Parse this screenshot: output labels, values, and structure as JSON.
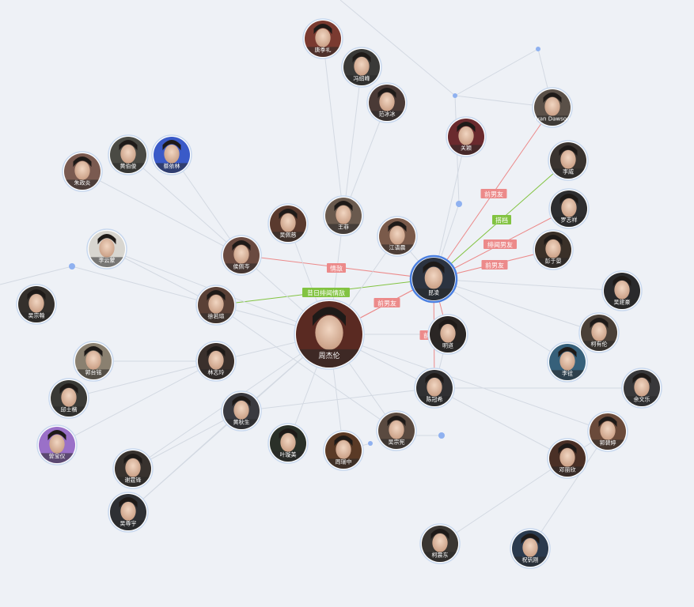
{
  "graph": {
    "center": "zhou",
    "colors": {
      "background": "#eef1f6",
      "edge": "#d3d9e2",
      "relation_red": "#ec8a8a",
      "relation_green": "#82c341",
      "focus_ring": "#4a7fe0",
      "node_ring": "#c8d8ee",
      "dot": "#8fb1f0"
    },
    "nodes": [
      {
        "id": "zhou",
        "name": "周杰伦",
        "size": "large",
        "fill": "#5a2a22"
      },
      {
        "id": "kun",
        "name": "昆凌",
        "size": "focus",
        "fill": "#2c3340"
      },
      {
        "id": "tang",
        "name": "唐季礼",
        "fill": "#7a3a30"
      },
      {
        "id": "feng",
        "name": "冯绍峰",
        "fill": "#3a3a38"
      },
      {
        "id": "fan",
        "name": "范冰冰",
        "fill": "#4a3a36"
      },
      {
        "id": "guan",
        "name": "关颖",
        "fill": "#6a2a2e"
      },
      {
        "id": "dawson",
        "name": "Ivan Dawson",
        "fill": "#5a5048"
      },
      {
        "id": "li_wei",
        "name": "李威",
        "fill": "#3a3430"
      },
      {
        "id": "luo",
        "name": "罗志祥",
        "fill": "#2e2e30"
      },
      {
        "id": "peng",
        "name": "彭于晏",
        "fill": "#3a3028"
      },
      {
        "id": "wu_jianhao",
        "name": "吴建豪",
        "fill": "#2a2a2c"
      },
      {
        "id": "ke",
        "name": "柯有伦",
        "fill": "#4a4038"
      },
      {
        "id": "li_quan",
        "name": "李铨",
        "fill": "#36607a"
      },
      {
        "id": "yu",
        "name": "余文乐",
        "fill": "#38383a"
      },
      {
        "id": "ming",
        "name": "明道",
        "fill": "#2a2624"
      },
      {
        "id": "deng",
        "name": "邓丽欣",
        "fill": "#4a3026"
      },
      {
        "id": "hou",
        "name": "侯佩岑",
        "fill": "#6a4a40"
      },
      {
        "id": "xu",
        "name": "徐若瑄",
        "fill": "#5a4036"
      },
      {
        "id": "lin_zhiling",
        "name": "林志玲",
        "fill": "#3a302c"
      },
      {
        "id": "wu_peici",
        "name": "吴佩慈",
        "fill": "#5a3a2e"
      },
      {
        "id": "wang_fei",
        "name": "王菲",
        "fill": "#6a5a4e"
      },
      {
        "id": "jiang",
        "name": "江语晨",
        "fill": "#7a5a4a"
      },
      {
        "id": "chen",
        "name": "陈冠希",
        "fill": "#303032"
      },
      {
        "id": "guo",
        "name": "郭碧婷",
        "fill": "#6a4a3a"
      },
      {
        "id": "huang_qiusheng",
        "name": "黄秋生",
        "fill": "#3a3a40"
      },
      {
        "id": "ye",
        "name": "叶璇美",
        "fill": "#2a3028"
      },
      {
        "id": "zhou_rui",
        "name": "周瑞中",
        "fill": "#5a3a26"
      },
      {
        "id": "wu_zongxian",
        "name": "吴宗宪",
        "fill": "#5a4a40"
      },
      {
        "id": "zhu",
        "name": "朱政炎",
        "fill": "#7a5a50"
      },
      {
        "id": "huang_bo",
        "name": "黄伯俊",
        "fill": "#4a4a44"
      },
      {
        "id": "doll",
        "name": "蔡依林",
        "fill": "#3a5ac8"
      },
      {
        "id": "li_yunmeng",
        "name": "李云蒙",
        "fill": "#d8d6d0"
      },
      {
        "id": "wu_yinlong",
        "name": "吴宗翰",
        "fill": "#34302c"
      },
      {
        "id": "guo_rongming",
        "name": "郭台铭",
        "fill": "#8a8070"
      },
      {
        "id": "qiu",
        "name": "邱士楷",
        "fill": "#3a3a36"
      },
      {
        "id": "zeng",
        "name": "曾宝仪",
        "fill": "#9a70c8"
      },
      {
        "id": "xie",
        "name": "谢霆锋",
        "fill": "#38322e"
      },
      {
        "id": "wu_xiuxi",
        "name": "吴尊宇",
        "fill": "#2e3034"
      },
      {
        "id": "ke_zhen",
        "name": "柯震东",
        "fill": "#3a3632"
      },
      {
        "id": "zhu_yinquan",
        "name": "祝钒刚",
        "fill": "#2a3a4e"
      }
    ],
    "edges": [
      {
        "from": "zhou",
        "to": "kun",
        "type": "red"
      },
      {
        "from": "xu",
        "to": "kun",
        "type": "green",
        "label": "昔日绯闻情敌"
      },
      {
        "from": "hou",
        "to": "kun",
        "type": "red",
        "label": "情敌"
      },
      {
        "from": "zhou",
        "to": "kun",
        "type": "red",
        "label": "前男友"
      },
      {
        "from": "kun",
        "to": "dawson",
        "type": "red",
        "label": "前男友"
      },
      {
        "from": "kun",
        "to": "li_wei",
        "type": "green",
        "label": "搭档"
      },
      {
        "from": "kun",
        "to": "luo",
        "type": "red",
        "label": "绯闻男友"
      },
      {
        "from": "kun",
        "to": "peng",
        "type": "red",
        "label": "前男友"
      },
      {
        "from": "kun",
        "to": "chen",
        "type": "red",
        "label": "前男友"
      },
      {
        "from": "kun",
        "to": "ming",
        "type": "red"
      },
      {
        "from": "zhou",
        "to": "wang_fei"
      },
      {
        "from": "zhou",
        "to": "wu_peici"
      },
      {
        "from": "zhou",
        "to": "jiang"
      },
      {
        "from": "zhou",
        "to": "hou"
      },
      {
        "from": "zhou",
        "to": "xu"
      },
      {
        "from": "zhou",
        "to": "lin_zhiling"
      },
      {
        "from": "zhou",
        "to": "huang_qiusheng"
      },
      {
        "from": "zhou",
        "to": "ye"
      },
      {
        "from": "zhou",
        "to": "zhou_rui"
      },
      {
        "from": "zhou",
        "to": "guo"
      },
      {
        "from": "zhou",
        "to": "chen"
      },
      {
        "from": "zhou",
        "to": "ming"
      },
      {
        "from": "zhou",
        "to": "wu_zongxian"
      },
      {
        "from": "zhou",
        "to": "li_yunmeng"
      },
      {
        "from": "zhou",
        "to": "xie"
      },
      {
        "from": "zhou",
        "to": "wu_xiuxi"
      },
      {
        "from": "wang_fei",
        "to": "tang"
      },
      {
        "from": "wang_fei",
        "to": "feng"
      },
      {
        "from": "wang_fei",
        "to": "fan"
      },
      {
        "from": "kun",
        "to": "guan"
      },
      {
        "from": "kun",
        "to": "jiang"
      },
      {
        "from": "kun",
        "to": "wu_jianhao"
      },
      {
        "from": "kun",
        "to": "ke"
      },
      {
        "from": "kun",
        "to": "li_quan"
      },
      {
        "from": "chen",
        "to": "yu"
      },
      {
        "from": "chen",
        "to": "deng"
      },
      {
        "from": "chen",
        "to": "huang_qiusheng"
      },
      {
        "from": "chen",
        "to": "ming"
      },
      {
        "from": "guo",
        "to": "ke_zhen"
      },
      {
        "from": "guo",
        "to": "zhu_yinquan"
      },
      {
        "from": "hou",
        "to": "huang_bo"
      },
      {
        "from": "hou",
        "to": "doll"
      },
      {
        "from": "hou",
        "to": "zhu"
      },
      {
        "from": "xu",
        "to": "wu_zongxian"
      },
      {
        "from": "xu",
        "to": "li_yunmeng"
      },
      {
        "from": "lin_zhiling",
        "to": "guo_rongming"
      },
      {
        "from": "lin_zhiling",
        "to": "qiu"
      },
      {
        "from": "lin_zhiling",
        "to": "zeng"
      },
      {
        "from": "huang_qiusheng",
        "to": "xie"
      },
      {
        "from": "huang_qiusheng",
        "to": "wu_xiuxi"
      }
    ]
  }
}
